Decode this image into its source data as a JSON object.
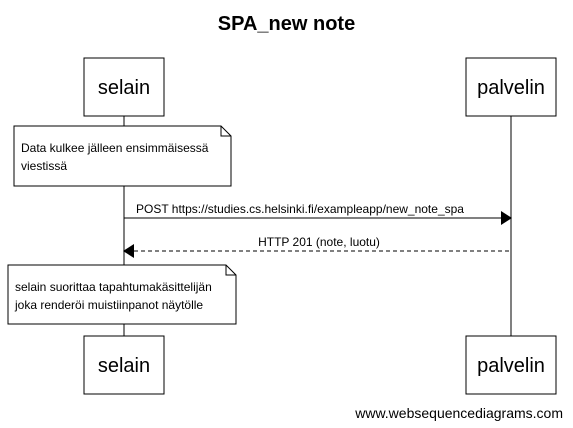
{
  "title": "SPA_new note",
  "participants": {
    "browser": "selain",
    "server": "palvelin"
  },
  "notes": [
    {
      "lines": [
        "Data kulkee jälleen ensimmäisessä",
        "viestissä"
      ]
    },
    {
      "lines": [
        "selain suorittaa tapahtumakäsittelijän",
        "joka renderöi muistiinpanot näytölle"
      ]
    }
  ],
  "messages": [
    {
      "label": "POST https://studies.cs.helsinki.fi/exampleapp/new_note_spa",
      "style": "solid"
    },
    {
      "label": "HTTP 201 (note, luotu)",
      "style": "dashed"
    }
  ],
  "watermark": "www.websequencediagrams.com"
}
